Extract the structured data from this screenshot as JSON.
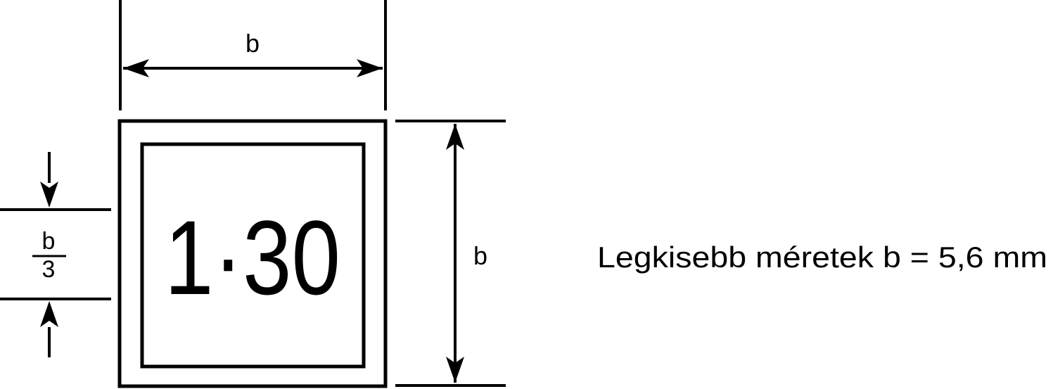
{
  "diagram": {
    "width_label": "b",
    "height_label": "b",
    "char_height_numerator": "b",
    "char_height_denominator": "3",
    "marking_text": "1·30",
    "caption": "Legkisebb méretek b = 5,6 mm"
  }
}
